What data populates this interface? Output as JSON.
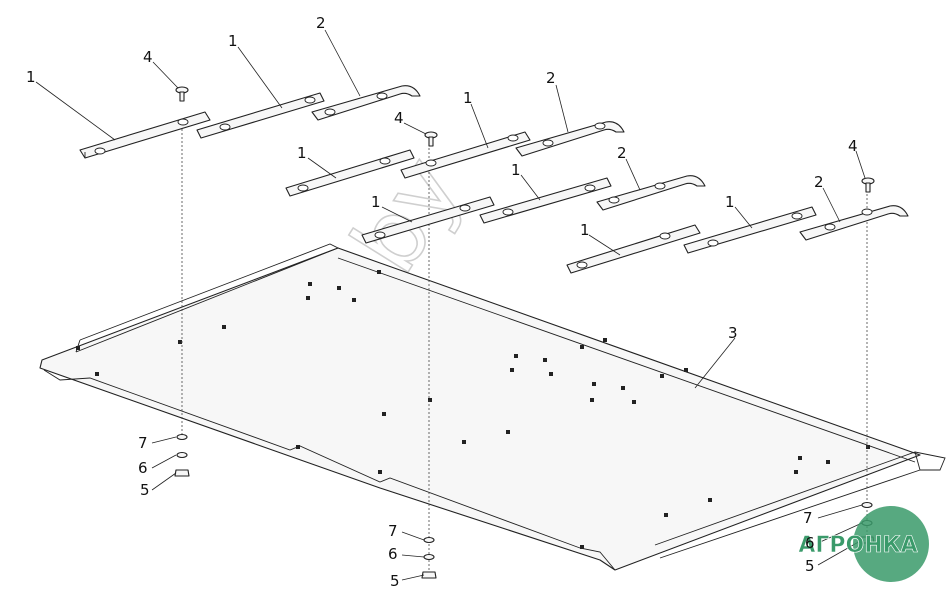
{
  "labels": {
    "strip": "1",
    "end_plate": "2",
    "base_plate": "3",
    "bolt": "4",
    "nut": "5",
    "washer": "6",
    "spring_washer": "7"
  },
  "watermark": {
    "text": "nka.by"
  },
  "logo": {
    "text": "АГРОНКА",
    "color": "#3a9a6a"
  },
  "colors": {
    "line": "#222222",
    "fill": "#f7f7f7"
  }
}
